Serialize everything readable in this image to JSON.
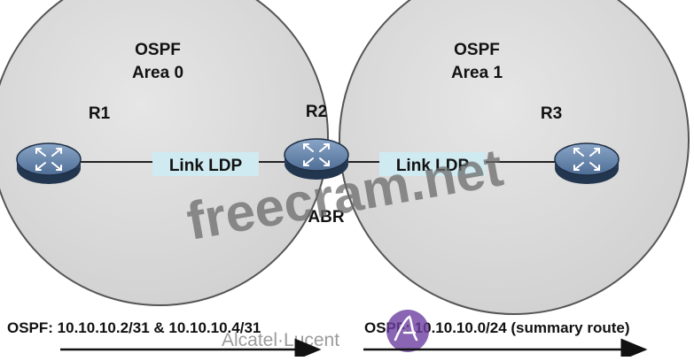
{
  "areas": [
    {
      "id": "area0",
      "line1": "OSPF",
      "line2": "Area 0"
    },
    {
      "id": "area1",
      "line1": "OSPF",
      "line2": "Area 1"
    }
  ],
  "routers": [
    {
      "id": "r1",
      "label": "R1"
    },
    {
      "id": "r2",
      "label": "R2",
      "role": "ABR"
    },
    {
      "id": "r3",
      "label": "R3"
    }
  ],
  "links": [
    {
      "id": "link-r1-r2",
      "label": "Link LDP"
    },
    {
      "id": "link-r2-r3",
      "label": "Link LDP"
    }
  ],
  "bottom": {
    "left_text": "OSPF: 10.10.10.2/31 & 10.10.10.4/31",
    "right_text": "OSPF: 10.10.10.0/24 (summary route)"
  },
  "watermarks": {
    "main": "freecram.net",
    "brand": "Alcatel·Lucent"
  },
  "colors": {
    "area_fill": "#d9d9d9",
    "area_stroke": "#555555",
    "router_top": "#5f7fa6",
    "router_side": "#2a3f5f",
    "link_label_bg": "#cfeaf0",
    "watermark": "#6b6b6b",
    "brand_purple": "#6b3fa0"
  }
}
